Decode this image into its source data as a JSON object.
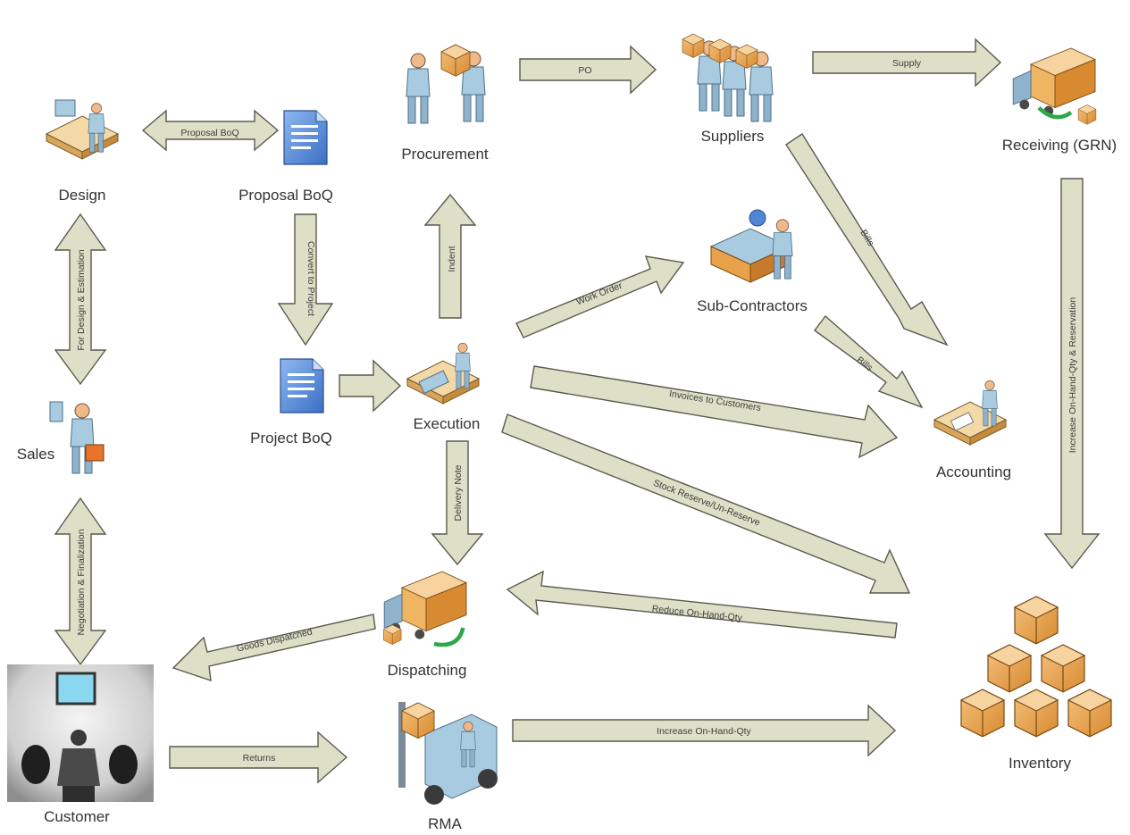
{
  "nodes": {
    "design": "Design",
    "proposal_boq": "Proposal BoQ",
    "procurement": "Procurement",
    "suppliers": "Suppliers",
    "receiving": "Receiving (GRN)",
    "sub_contractors": "Sub-Contractors",
    "project_boq": "Project BoQ",
    "execution": "Execution",
    "accounting": "Accounting",
    "sales": "Sales",
    "dispatching": "Dispatching",
    "inventory": "Inventory",
    "customer": "Customer",
    "rma": "RMA"
  },
  "arrows": {
    "proposal_boq": "Proposal BoQ",
    "po": "PO",
    "supply": "Supply",
    "convert_to_project": "Convert to Project",
    "indent": "Indent",
    "work_order": "Work Order",
    "bills_suppliers": "Bills",
    "bills_subcontractors": "Bills",
    "for_design": "For Design & Estimation",
    "increase_reservation": "Increase On-Hand-Qty & Reservation",
    "invoices": "Invoices to Customers",
    "stock_reserve": "Stock Reserve/Un-Reserve",
    "delivery_note": "Delivery Note",
    "negotiation": "Negotiation & Finalization",
    "reduce_qty": "Reduce On-Hand-Qty",
    "goods_dispatched": "Goods Dispatched",
    "returns": "Returns",
    "increase_qty": "Increase On-Hand-Qty"
  },
  "colors": {
    "arrow_fill": "#dedfc7",
    "arrow_stroke": "#5a5a4e",
    "person": "#a9cbe0",
    "box": "#e8a24a",
    "doc": "#4f86d6"
  },
  "icons": {
    "design": "designer-desk-icon",
    "proposal_boq": "document-icon",
    "procurement": "procurement-people-icon",
    "suppliers": "suppliers-group-icon",
    "receiving": "truck-receiving-icon",
    "sub_contractors": "subcontractor-machine-icon",
    "project_boq": "document-icon",
    "execution": "execution-desk-icon",
    "accounting": "accountant-desk-icon",
    "sales": "salesperson-icon",
    "dispatching": "truck-dispatch-icon",
    "inventory": "box-stack-icon",
    "customer": "customer-room-icon",
    "rma": "forklift-icon"
  }
}
